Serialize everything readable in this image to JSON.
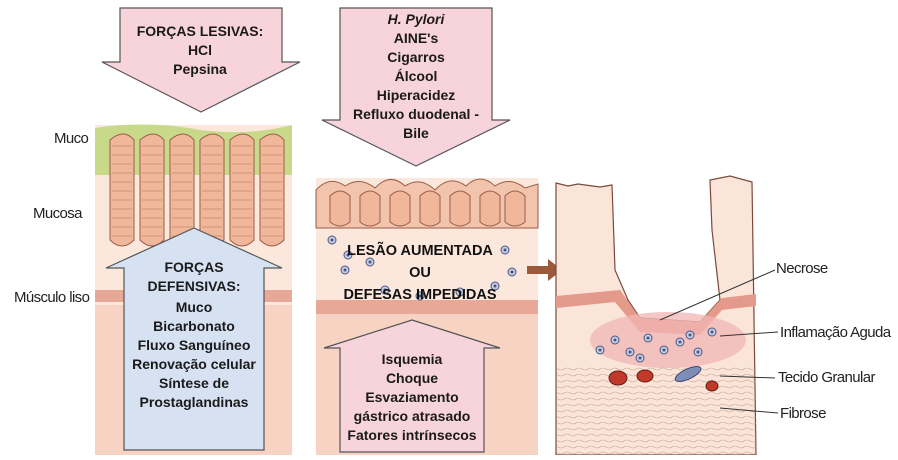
{
  "tissue_labels": {
    "muco": "Muco",
    "mucosa": "Mucosa",
    "musculo": "Músculo liso"
  },
  "forces_lesivas": {
    "title": "FORÇAS LESIVAS:",
    "items": [
      "HCl",
      "Pepsina"
    ]
  },
  "aggressors": {
    "items": [
      "H. Pylori",
      "AINE's",
      "Cigarros",
      "Álcool",
      "Hiperacidez",
      "Refluxo duodenal -",
      "Bile"
    ]
  },
  "forces_defensivas": {
    "title_lines": [
      "FORÇAS",
      "DEFENSIVAS:"
    ],
    "items": [
      "Muco",
      "Bicarbonato",
      "Fluxo Sanguíneo",
      "Renovação celular",
      "Síntese de",
      "Prostaglandinas"
    ]
  },
  "center_text": {
    "lines": [
      "LESÃO AUMENTADA",
      "OU",
      "DEFESAS IMPEDIDAS"
    ]
  },
  "impaired_factors": {
    "items": [
      "Isquemia",
      "Choque",
      "Esvaziamento",
      "gástrico atrasado",
      "Fatores intrínsecos"
    ]
  },
  "ulcer_labels": {
    "necrose": "Necrose",
    "inflamacao": "Inflamação Aguda",
    "tecido": "Tecido Granular",
    "fibrose": "Fibrose"
  },
  "colors": {
    "mucus": "#c9d98a",
    "gland": "#f0b79a",
    "mucosa_bg": "#fbe5d8",
    "muscle": "#f3c9b3",
    "pink_arrow": "#f7d3dc",
    "blue_arrow": "#d6e2f2",
    "transition_arrow": "#9b5a3c"
  }
}
